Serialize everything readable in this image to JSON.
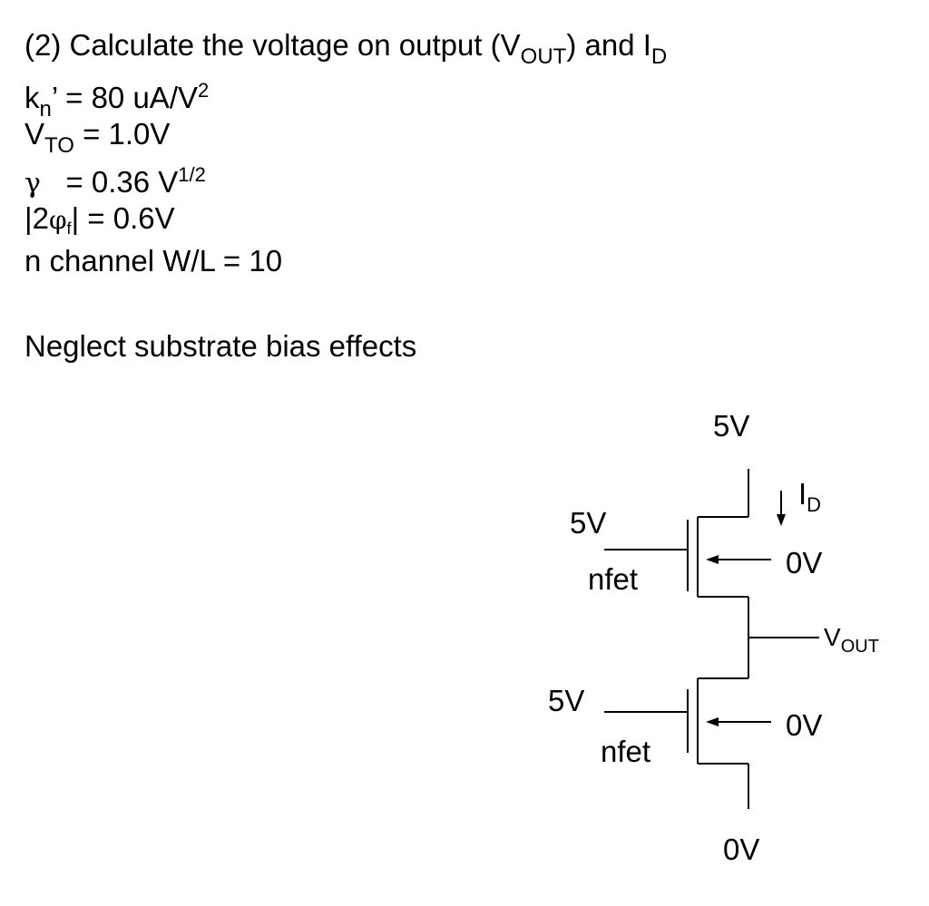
{
  "problem": {
    "title": {
      "prefix": "(2) Calculate the voltage on output (V",
      "out_sub": "OUT",
      "middle": ") and I",
      "d_sub": "D"
    },
    "kn": {
      "base": "k",
      "sub": "n",
      "rest": "’ = 80 uA/V",
      "sup": "2"
    },
    "vto": {
      "base": "V",
      "sub": "TO",
      "rest": " = 1.0V"
    },
    "gamma": {
      "symbol": "γ",
      "rest": "   = 0.36 V",
      "sup": "1/2"
    },
    "phi": {
      "prefix": "|2",
      "symbol": "φ",
      "sub": "f",
      "rest": "| = 0.6V"
    },
    "wl": "n channel W/L = 10",
    "note": "Neglect substrate bias effects"
  },
  "circuit": {
    "vdd": "5V",
    "gnd": "0V",
    "id_label": {
      "base": "I",
      "sub": "D"
    },
    "vout_label": {
      "base": "V",
      "sub": "OUT"
    },
    "top_fet": {
      "gate_voltage": "5V",
      "type": "nfet",
      "body_voltage": "0V"
    },
    "bottom_fet": {
      "gate_voltage": "5V",
      "type": "nfet",
      "body_voltage": "0V"
    }
  }
}
